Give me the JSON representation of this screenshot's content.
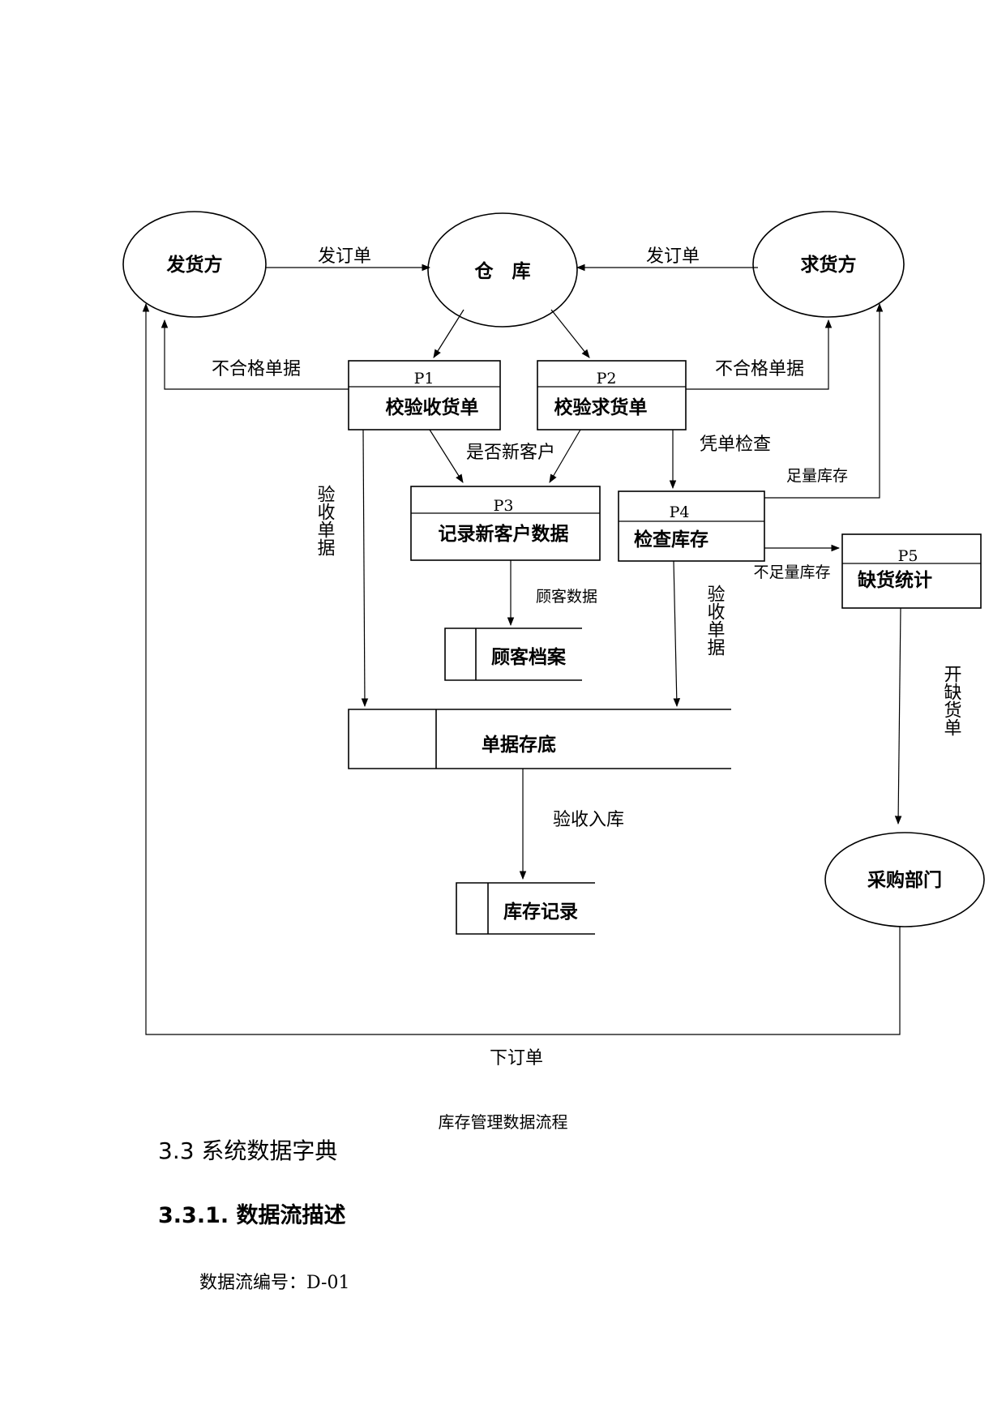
{
  "diagram": {
    "entities": {
      "shipper": "发货方",
      "warehouse": "仓　库",
      "requester": "求货方",
      "purchasing": "采购部门"
    },
    "processes": {
      "p1": {
        "id": "P1",
        "label": "校验收货单"
      },
      "p2": {
        "id": "P2",
        "label": "校验求货单"
      },
      "p3": {
        "id": "P3",
        "label": "记录新客户数据"
      },
      "p4": {
        "id": "P4",
        "label": "检查库存"
      },
      "p5": {
        "id": "P5",
        "label": "缺货统计"
      }
    },
    "stores": {
      "customer_file": "顾客档案",
      "document_archive": "单据存底",
      "inventory_record": "库存记录"
    },
    "flows": {
      "send_order_left": "发订单",
      "send_order_right": "发订单",
      "rejected_left": "不合格单据",
      "rejected_right": "不合格单据",
      "is_new_customer": "是否新客户",
      "voucher_check": "凭单检查",
      "sufficient_stock": "足量库存",
      "insufficient_stock": "不足量库存",
      "acceptance_docs_left": "验收单据",
      "acceptance_docs_right": "验收单据",
      "customer_data": "顾客数据",
      "open_shortage_list": "开缺货单",
      "accept_into_stock": "验收入库",
      "place_order": "下订单"
    }
  },
  "caption": "库存管理数据流程",
  "section_title": "3.3 系统数据字典",
  "subsection_title": "3.3.1.  数据流描述",
  "data_flow_number": "数据流编号：D-01"
}
